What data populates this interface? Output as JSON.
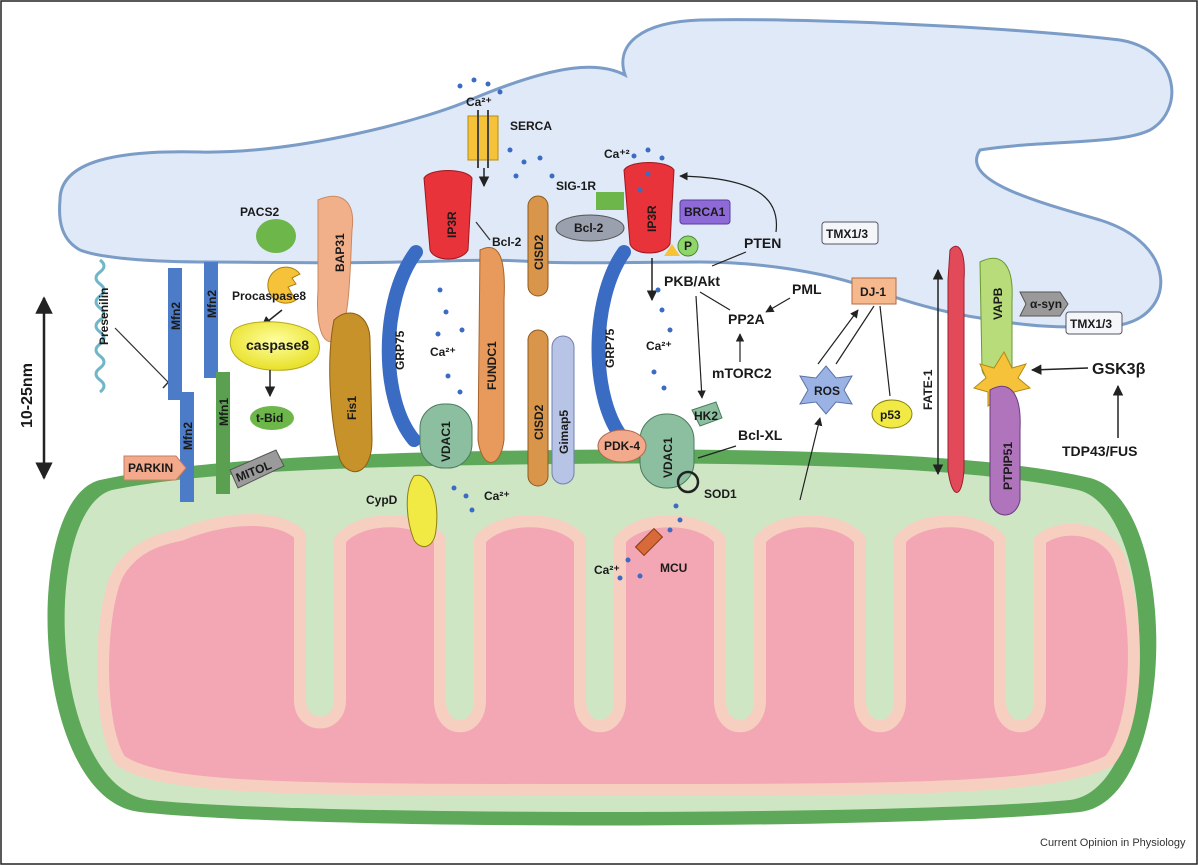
{
  "labels": {
    "ca_top": "Ca²⁺",
    "serca": "SERCA",
    "ca_plus2": "Ca⁺²",
    "sig1r": "SIG-1R",
    "pacs2": "PACS2",
    "bap31": "BAP31",
    "procaspase8": "Procaspase8",
    "caspase8": "caspase8",
    "tbid": "t-Bid",
    "fis1": "Fis1",
    "ip3r_left": "IP3R",
    "bcl2_left": "Bcl-2",
    "grp75_left": "GRP75",
    "ca_mid_left": "Ca²⁺",
    "fundc1": "FUNDC1",
    "cisd2_top": "CISD2",
    "cisd2_bottom": "CISD2",
    "gimap5": "Gimap5",
    "vdac1_left": "VDAC1",
    "ca_low_left": "Ca²⁺",
    "cypd": "CypD",
    "bcl2_oval": "Bcl-2",
    "ip3r_right": "IP3R",
    "brca1": "BRCA1",
    "p_circle": "P",
    "pten": "PTEN",
    "pkb_akt": "PKB/Akt",
    "grp75_right": "GRP75",
    "ca_mid_right": "Ca²⁺",
    "pml": "PML",
    "pp2a": "PP2A",
    "mtorc2": "mTORC2",
    "hk2": "HK2",
    "bclxl": "Bcl-XL",
    "pdk4": "PDK-4",
    "vdac1_right": "VDAC1",
    "sod1": "SOD1",
    "mcu": "MCU",
    "ca_mcu": "Ca²⁺",
    "tmx13_top": "TMX1/3",
    "dj1": "DJ-1",
    "ros": "ROS",
    "p53": "p53",
    "fate1": "FATE-1",
    "vapb": "VAPB",
    "asyn": "α-syn",
    "tmx13_right": "TMX1/3",
    "gsk3b": "GSK3β",
    "ptpip51": "PTPIP51",
    "tdp43fus": "TDP43/FUS",
    "presenilin": "Presenilin",
    "mfn2_a": "Mfn2",
    "mfn2_b": "Mfn2",
    "mfn2_c": "Mfn2",
    "mfn1": "Mfn1",
    "parkin": "PARKIN",
    "mitol": "MITOL",
    "scale": "10-25nm"
  },
  "credit": "Current Opinion in Physiology",
  "colors": {
    "er_fill": "#dfe9f7",
    "er_stroke": "#7a9cc6",
    "mito_outer": "#5ea85a",
    "mito_inner_space": "#cfe6c4",
    "cristae_fill": "#f3a6b3",
    "cristae_border": "#f6cfc0",
    "ip3r": "#e8333a",
    "grp75": "#3a6cc4",
    "vdac": "#8cbf9f",
    "fundc1": "#e89a5c",
    "cisd2": "#d9954a",
    "gimap5": "#b8c4e6",
    "brca1": "#8e6ad6",
    "ros": "#9bb3e4",
    "p53": "#f2ea44",
    "fate1": "#e24a5a",
    "vapb": "#b8dc7a",
    "ptpip51": "#b074bc"
  }
}
